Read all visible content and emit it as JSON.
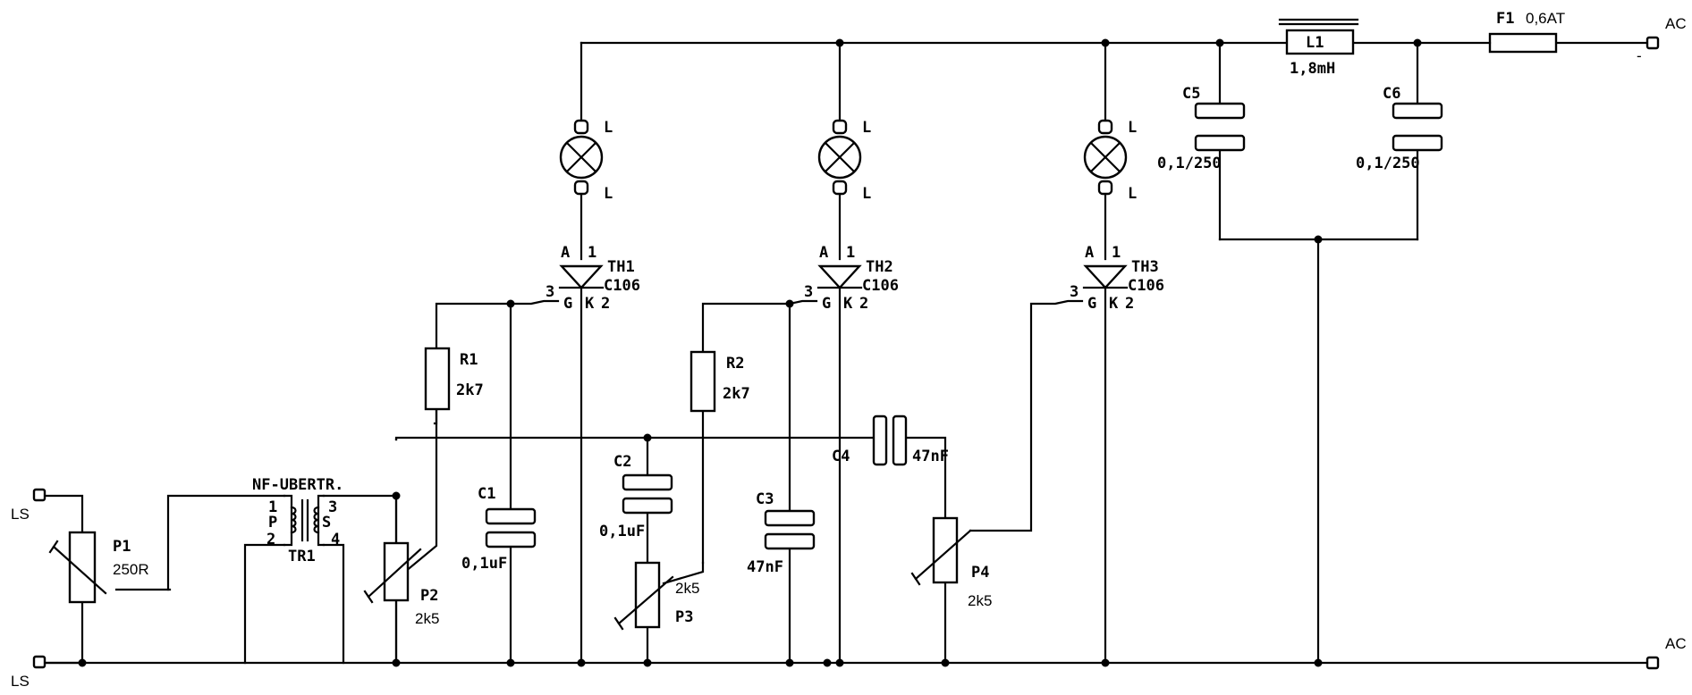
{
  "connectors": {
    "ls_top": "LS",
    "ls_bottom": "LS",
    "ac_top": "AC",
    "ac_top_sign": "-",
    "ac_bottom": "AC"
  },
  "P1": {
    "name": "P1",
    "value": "250R"
  },
  "transformer": {
    "title": "NF-UBERTR.",
    "name": "TR1",
    "primary": "P",
    "secondary": "S",
    "pin1": "1",
    "pin2": "2",
    "pin3": "3",
    "pin4": "4"
  },
  "P2": {
    "name": "P2",
    "value": "2k5"
  },
  "P3": {
    "name": "P3",
    "value": "2k5"
  },
  "P4": {
    "name": "P4",
    "value": "2k5"
  },
  "R1": {
    "name": "R1",
    "value": "2k7"
  },
  "R2": {
    "name": "R2",
    "value": "2k7"
  },
  "C1": {
    "name": "C1",
    "value": "0,1uF"
  },
  "C2": {
    "name": "C2",
    "value": "0,1uF"
  },
  "C3": {
    "name": "C3",
    "value": "47nF"
  },
  "C4": {
    "name": "C4",
    "value": "47nF"
  },
  "C5": {
    "name": "C5",
    "value": "0,1/250"
  },
  "C6": {
    "name": "C6",
    "value": "0,1/250"
  },
  "L1": {
    "name": "L1",
    "value": "1,8mH"
  },
  "F1": {
    "name": "F1",
    "value": "0,6AT"
  },
  "lamp_label": "L",
  "thyristors": [
    {
      "name": "TH1",
      "type": "C106",
      "anode": "A",
      "pin_a": "1",
      "gate": "G",
      "cathode": "K",
      "pin_g": "3",
      "pin_k": "2"
    },
    {
      "name": "TH2",
      "type": "C106",
      "anode": "A",
      "pin_a": "1",
      "gate": "G",
      "cathode": "K",
      "pin_g": "3",
      "pin_k": "2"
    },
    {
      "name": "TH3",
      "type": "C106",
      "anode": "A",
      "pin_a": "1",
      "gate": "G",
      "cathode": "K",
      "pin_g": "3",
      "pin_k": "2"
    }
  ]
}
